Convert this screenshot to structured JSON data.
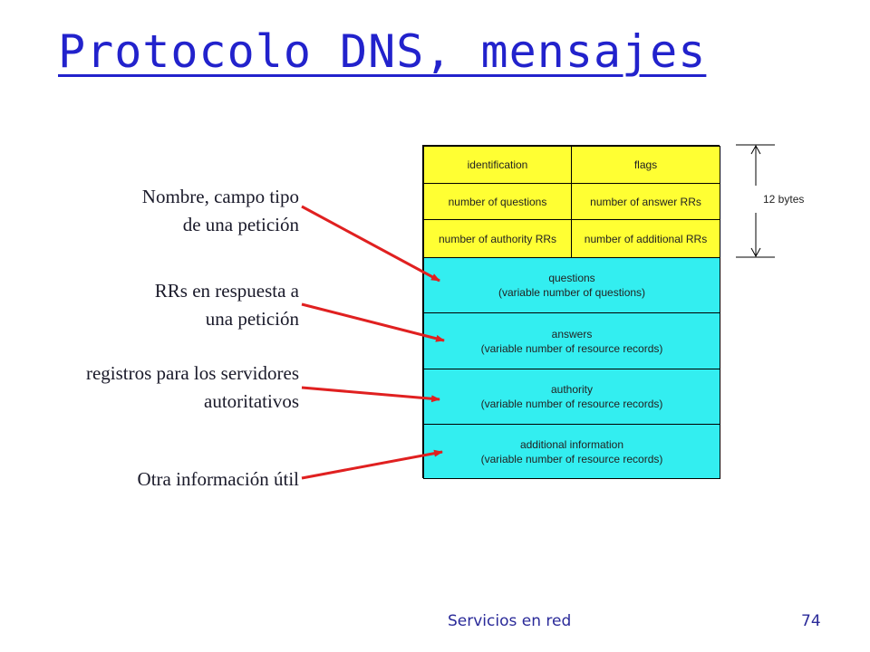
{
  "title": "Protocolo DNS, mensajes",
  "labels": [
    {
      "line1": "Nombre, campo tipo",
      "line2": "de una petición"
    },
    {
      "line1": "RRs en respuesta a",
      "line2": "una petición"
    },
    {
      "line1": "registros para los servidores",
      "line2": "autoritativos"
    },
    {
      "line1": "Otra información útil",
      "line2": ""
    }
  ],
  "header": {
    "identification": "identification",
    "flags": "flags",
    "num_questions": "number of questions",
    "num_answer_rrs": "number of answer RRs",
    "num_authority_rrs": "number of authority RRs",
    "num_additional_rrs": "number of additional RRs",
    "size_label": "12 bytes"
  },
  "sections": [
    {
      "name": "questions",
      "desc": "(variable number of questions)"
    },
    {
      "name": "answers",
      "desc": "(variable number of resource records)"
    },
    {
      "name": "authority",
      "desc": "(variable number of resource  records)"
    },
    {
      "name": "additional information",
      "desc": "(variable number of resource records)"
    }
  ],
  "footer": {
    "course": "Servicios en red",
    "page": "74"
  },
  "colors": {
    "title": "#2222cc",
    "header_fill": "#ffff33",
    "section_fill": "#33eef0",
    "arrow": "#e02020"
  }
}
